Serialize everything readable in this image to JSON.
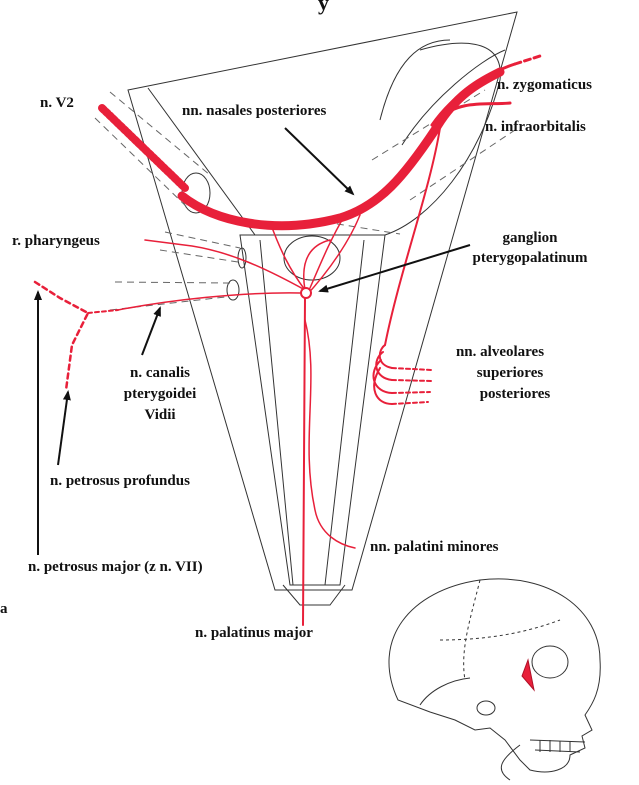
{
  "title_fragment": "y",
  "labels": {
    "n_v2": "n. V2",
    "nn_nasales_posteriores": "nn. nasales posteriores",
    "n_zygomaticus": "n.  zygomaticus",
    "n_infraorbitalis": "n. infraorbitalis",
    "r_pharyngeus": "r. pharyngeus",
    "ganglion_line1": "ganglion",
    "ganglion_line2": "pterygopalatinum",
    "canalis_line1": "n. canalis",
    "canalis_line2": "pterygoidei",
    "canalis_line3": "Vidii",
    "alveolares_line1": "nn. alveolares",
    "alveolares_line2": "superiores",
    "alveolares_line3": "posteriores",
    "n_petrosus_profundus": "n. petrosus profundus",
    "nn_palatini_minores": "nn. palatini minores",
    "n_petrosus_major": "n. petrosus major (z n. VII)",
    "n_palatinus_major": "n. palatinus major",
    "panel_letter": "a"
  },
  "colors": {
    "nerve": "#e8203a",
    "outline": "#333333",
    "text": "#111111"
  },
  "icons": {
    "skull": "skull-lateral-view-icon"
  }
}
